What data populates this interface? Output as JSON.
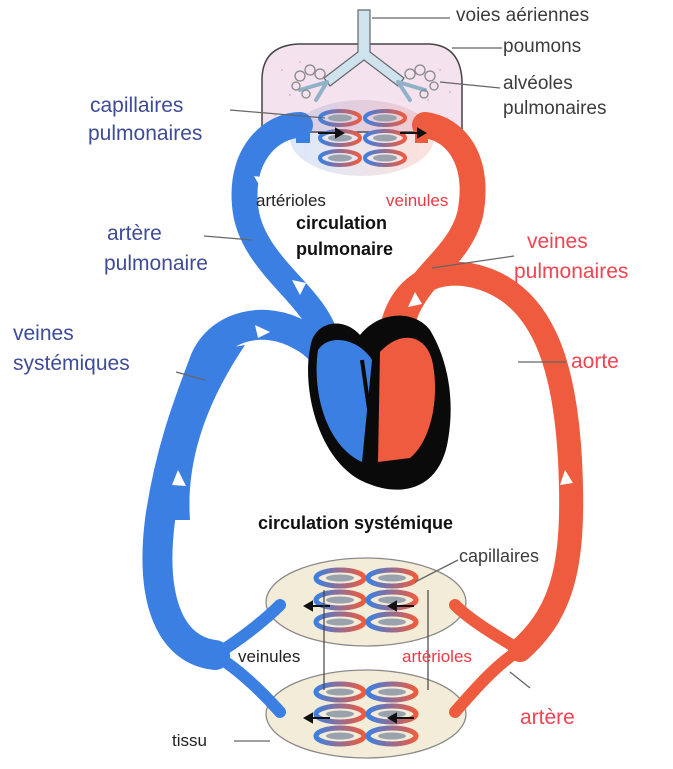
{
  "labels": {
    "voies_aeriennes": "voies aériennes",
    "poumons": "poumons",
    "alveoles_line1": "alvéoles",
    "alveoles_line2": "pulmonaires",
    "capillaires_pulm_line1": "capillaires",
    "capillaires_pulm_line2": "pulmonaires",
    "arterioles_top": "artérioles",
    "veinules_top": "veinules",
    "circ_pulm_line1": "circulation",
    "circ_pulm_line2": "pulmonaire",
    "artere_pulm_line1": "artère",
    "artere_pulm_line2": "pulmonaire",
    "veines_pulm_line1": "veines",
    "veines_pulm_line2": "pulmonaires",
    "veines_syst_line1": "veines",
    "veines_syst_line2": "systémiques",
    "aorte": "aorte",
    "circ_syst": "circulation systémique",
    "capillaires": "capillaires",
    "veinules_bottom": "veinules",
    "arterioles_bottom": "artérioles",
    "artere": "artère",
    "tissu": "tissu"
  },
  "colors": {
    "deoxygenated_blood": "#3b7fe3",
    "oxygenated_blood": "#ef5b3e",
    "heart_outline": "#0a0a0a",
    "lung_tissue": "#f4e3ee",
    "airway": "#cfe3ef",
    "label_blue": "#3e4c98",
    "label_red": "#ee4552",
    "label_gray": "#3c3c3c"
  }
}
